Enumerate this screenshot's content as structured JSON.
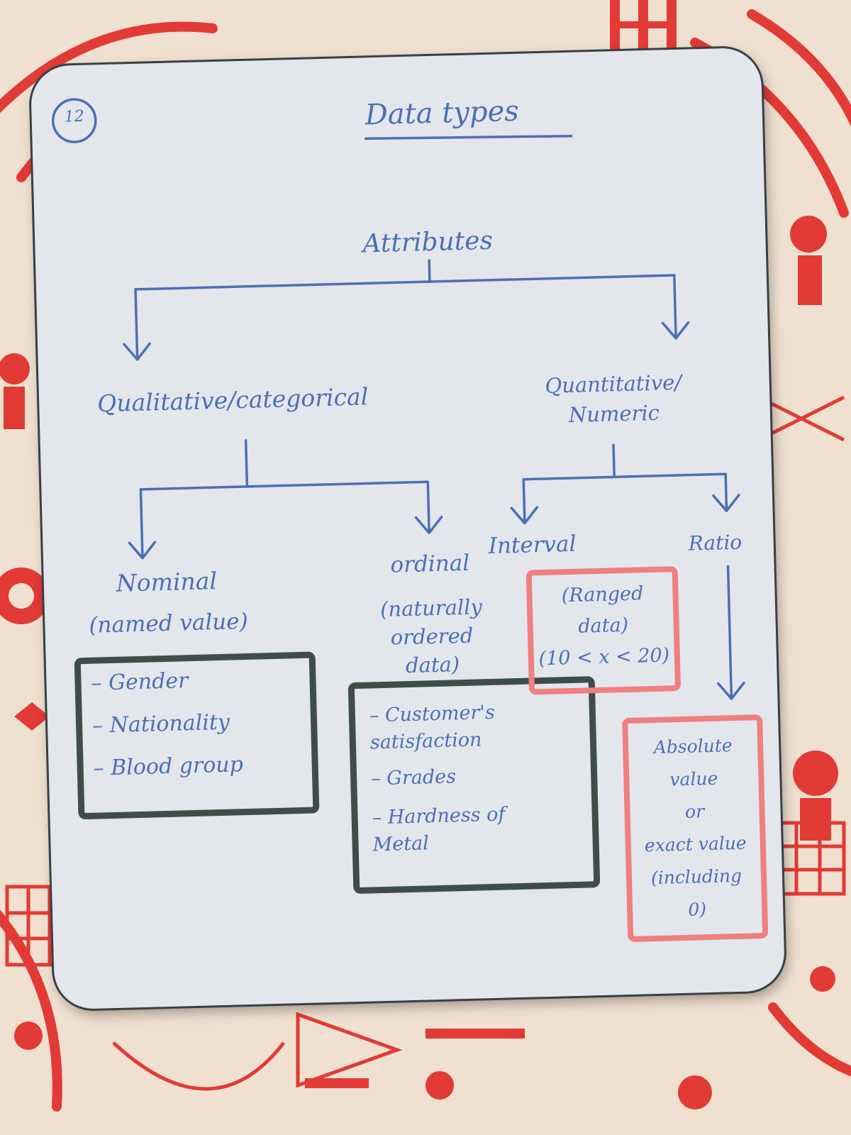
{
  "colors": {
    "ink": "#4c6fb5",
    "box_green": "#3e4d48",
    "box_pink": "#ef7f80",
    "fabric_red": "#e23a35",
    "fabric_bg": "#efe0cf",
    "card": "#e3e7ec"
  },
  "page_number": "12",
  "title": "Data types",
  "root": "Attributes",
  "qualitative": {
    "label": "Qualitative/categorical",
    "nominal": {
      "label": "Nominal",
      "note": "(named value)",
      "examples": [
        "Gender",
        "Nationality",
        "Blood group"
      ]
    },
    "ordinal": {
      "label": "ordinal",
      "note_lines": [
        "(naturally",
        "ordered",
        "data)"
      ],
      "examples": [
        "Customer's satisfaction",
        "Grades",
        "Hardness of Metal"
      ]
    }
  },
  "quantitative": {
    "label_lines": [
      "Quantitative/",
      "Numeric"
    ],
    "interval": {
      "label": "Interval",
      "note_lines": [
        "(Ranged",
        "data)",
        "(10 < x < 20)"
      ]
    },
    "ratio": {
      "label": "Ratio",
      "note_lines": [
        "Absolute",
        "value",
        "or",
        "exact value",
        "(including",
        "0)"
      ]
    }
  }
}
